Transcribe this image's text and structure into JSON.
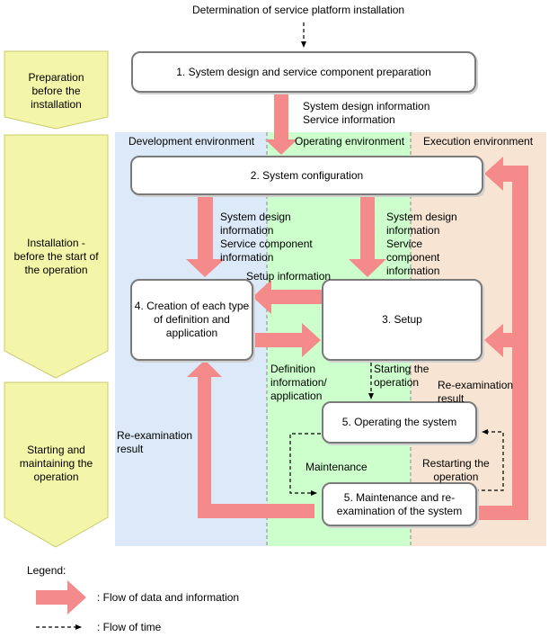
{
  "title": "Determination of service platform installation",
  "phases": [
    {
      "label": "Preparation\nbefore the\ninstallation"
    },
    {
      "label": "Installation -\nbefore the start of\nthe operation"
    },
    {
      "label": "Starting and\nmaintaining the\noperation"
    }
  ],
  "environments": [
    {
      "label": "Development environment",
      "color": "#dbe9f8"
    },
    {
      "label": "Operating environment",
      "color": "#ccffcc"
    },
    {
      "label": "Execution environment",
      "color": "#f7e4d2"
    }
  ],
  "boxes": {
    "prep": "1. System design and service component preparation",
    "config": "2. System configuration",
    "setup": "3. Setup",
    "creation": "4. Creation of each type\nof definition and\napplication",
    "operating": "5. Operating the system",
    "maintenance": "5. Maintenance and re-\nexamination of the system"
  },
  "labels": {
    "design_service_info": "System design information\nService information",
    "design_component_info_left": "System design\ninformation\nService component\ninformation",
    "design_component_info_right": "System design\ninformation\nService\ncomponent\ninformation",
    "setup_info": "Setup information",
    "definition_info": "Definition\ninformation/\napplication",
    "starting_operation": "Starting the\noperation",
    "reexam_right": "Re-examination\nresult",
    "reexam_left": "Re-examination\nresult",
    "maintenance": "Maintenance",
    "restarting": "Restarting the\noperation"
  },
  "legend": {
    "title": "Legend:",
    "data_flow": ": Flow of data and information",
    "time_flow": ": Flow of time"
  },
  "colors": {
    "phase_fill": "#f3f5a8",
    "phase_stroke": "#c9cc6e",
    "data_arrow": "#f48a8a",
    "box_border": "#7a7a7a"
  }
}
